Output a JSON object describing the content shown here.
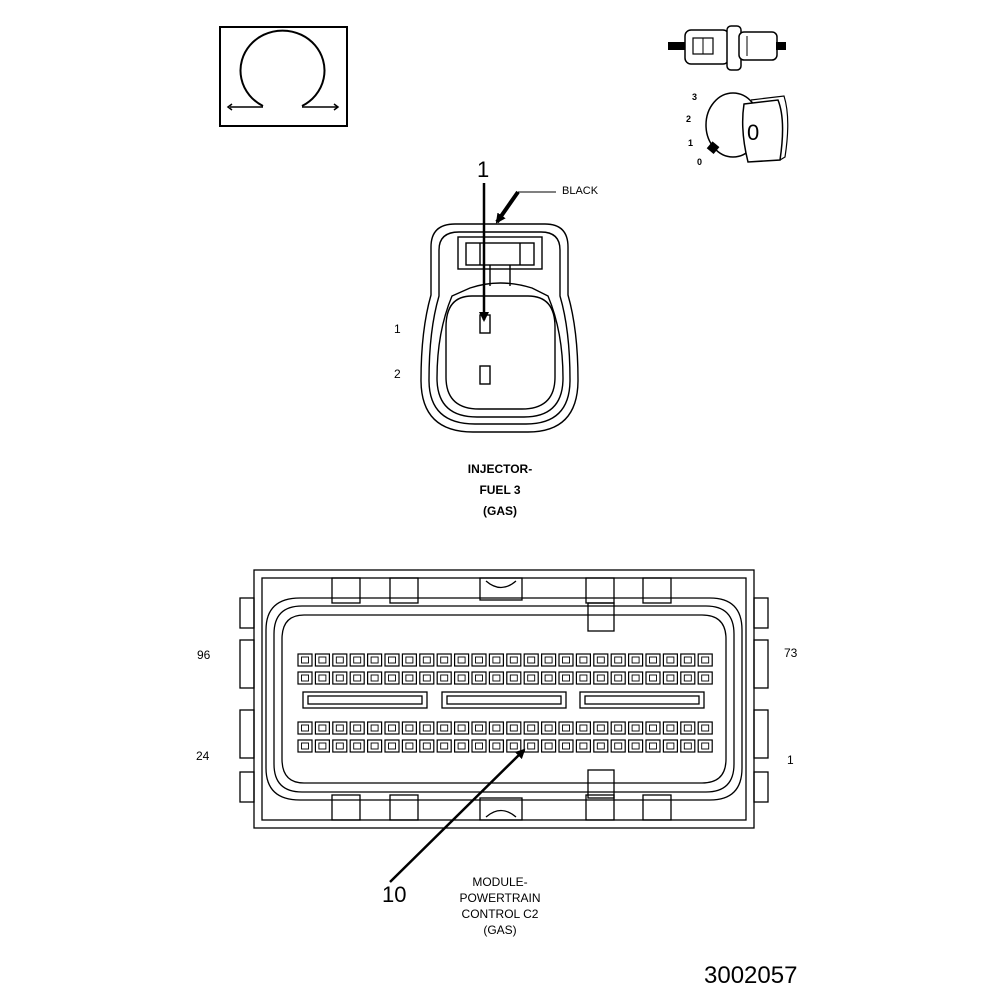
{
  "symbols": {
    "ohm_icon": "ohmmeter-icon",
    "connector_icon": "connector-probe-icon",
    "selector_icon": "rotary-selector-icon",
    "selector_positions": [
      "3",
      "2",
      "1",
      "0"
    ],
    "selector_knob_label": "0"
  },
  "injector": {
    "callout": "1",
    "wire_color": "BLACK",
    "pin_labels": [
      "1",
      "2"
    ],
    "caption": [
      "INJECTOR-",
      "FUEL 3",
      "(GAS)"
    ]
  },
  "pcm": {
    "callout": "10",
    "corner_pins": {
      "top_left": "96",
      "top_right": "73",
      "bottom_left": "24",
      "bottom_right": "1"
    },
    "caption": [
      "MODULE-",
      "POWERTRAIN",
      "CONTROL C2",
      "(GAS)"
    ],
    "pin_rows": 4,
    "pins_per_row": 24
  },
  "figure_id": "3002057"
}
